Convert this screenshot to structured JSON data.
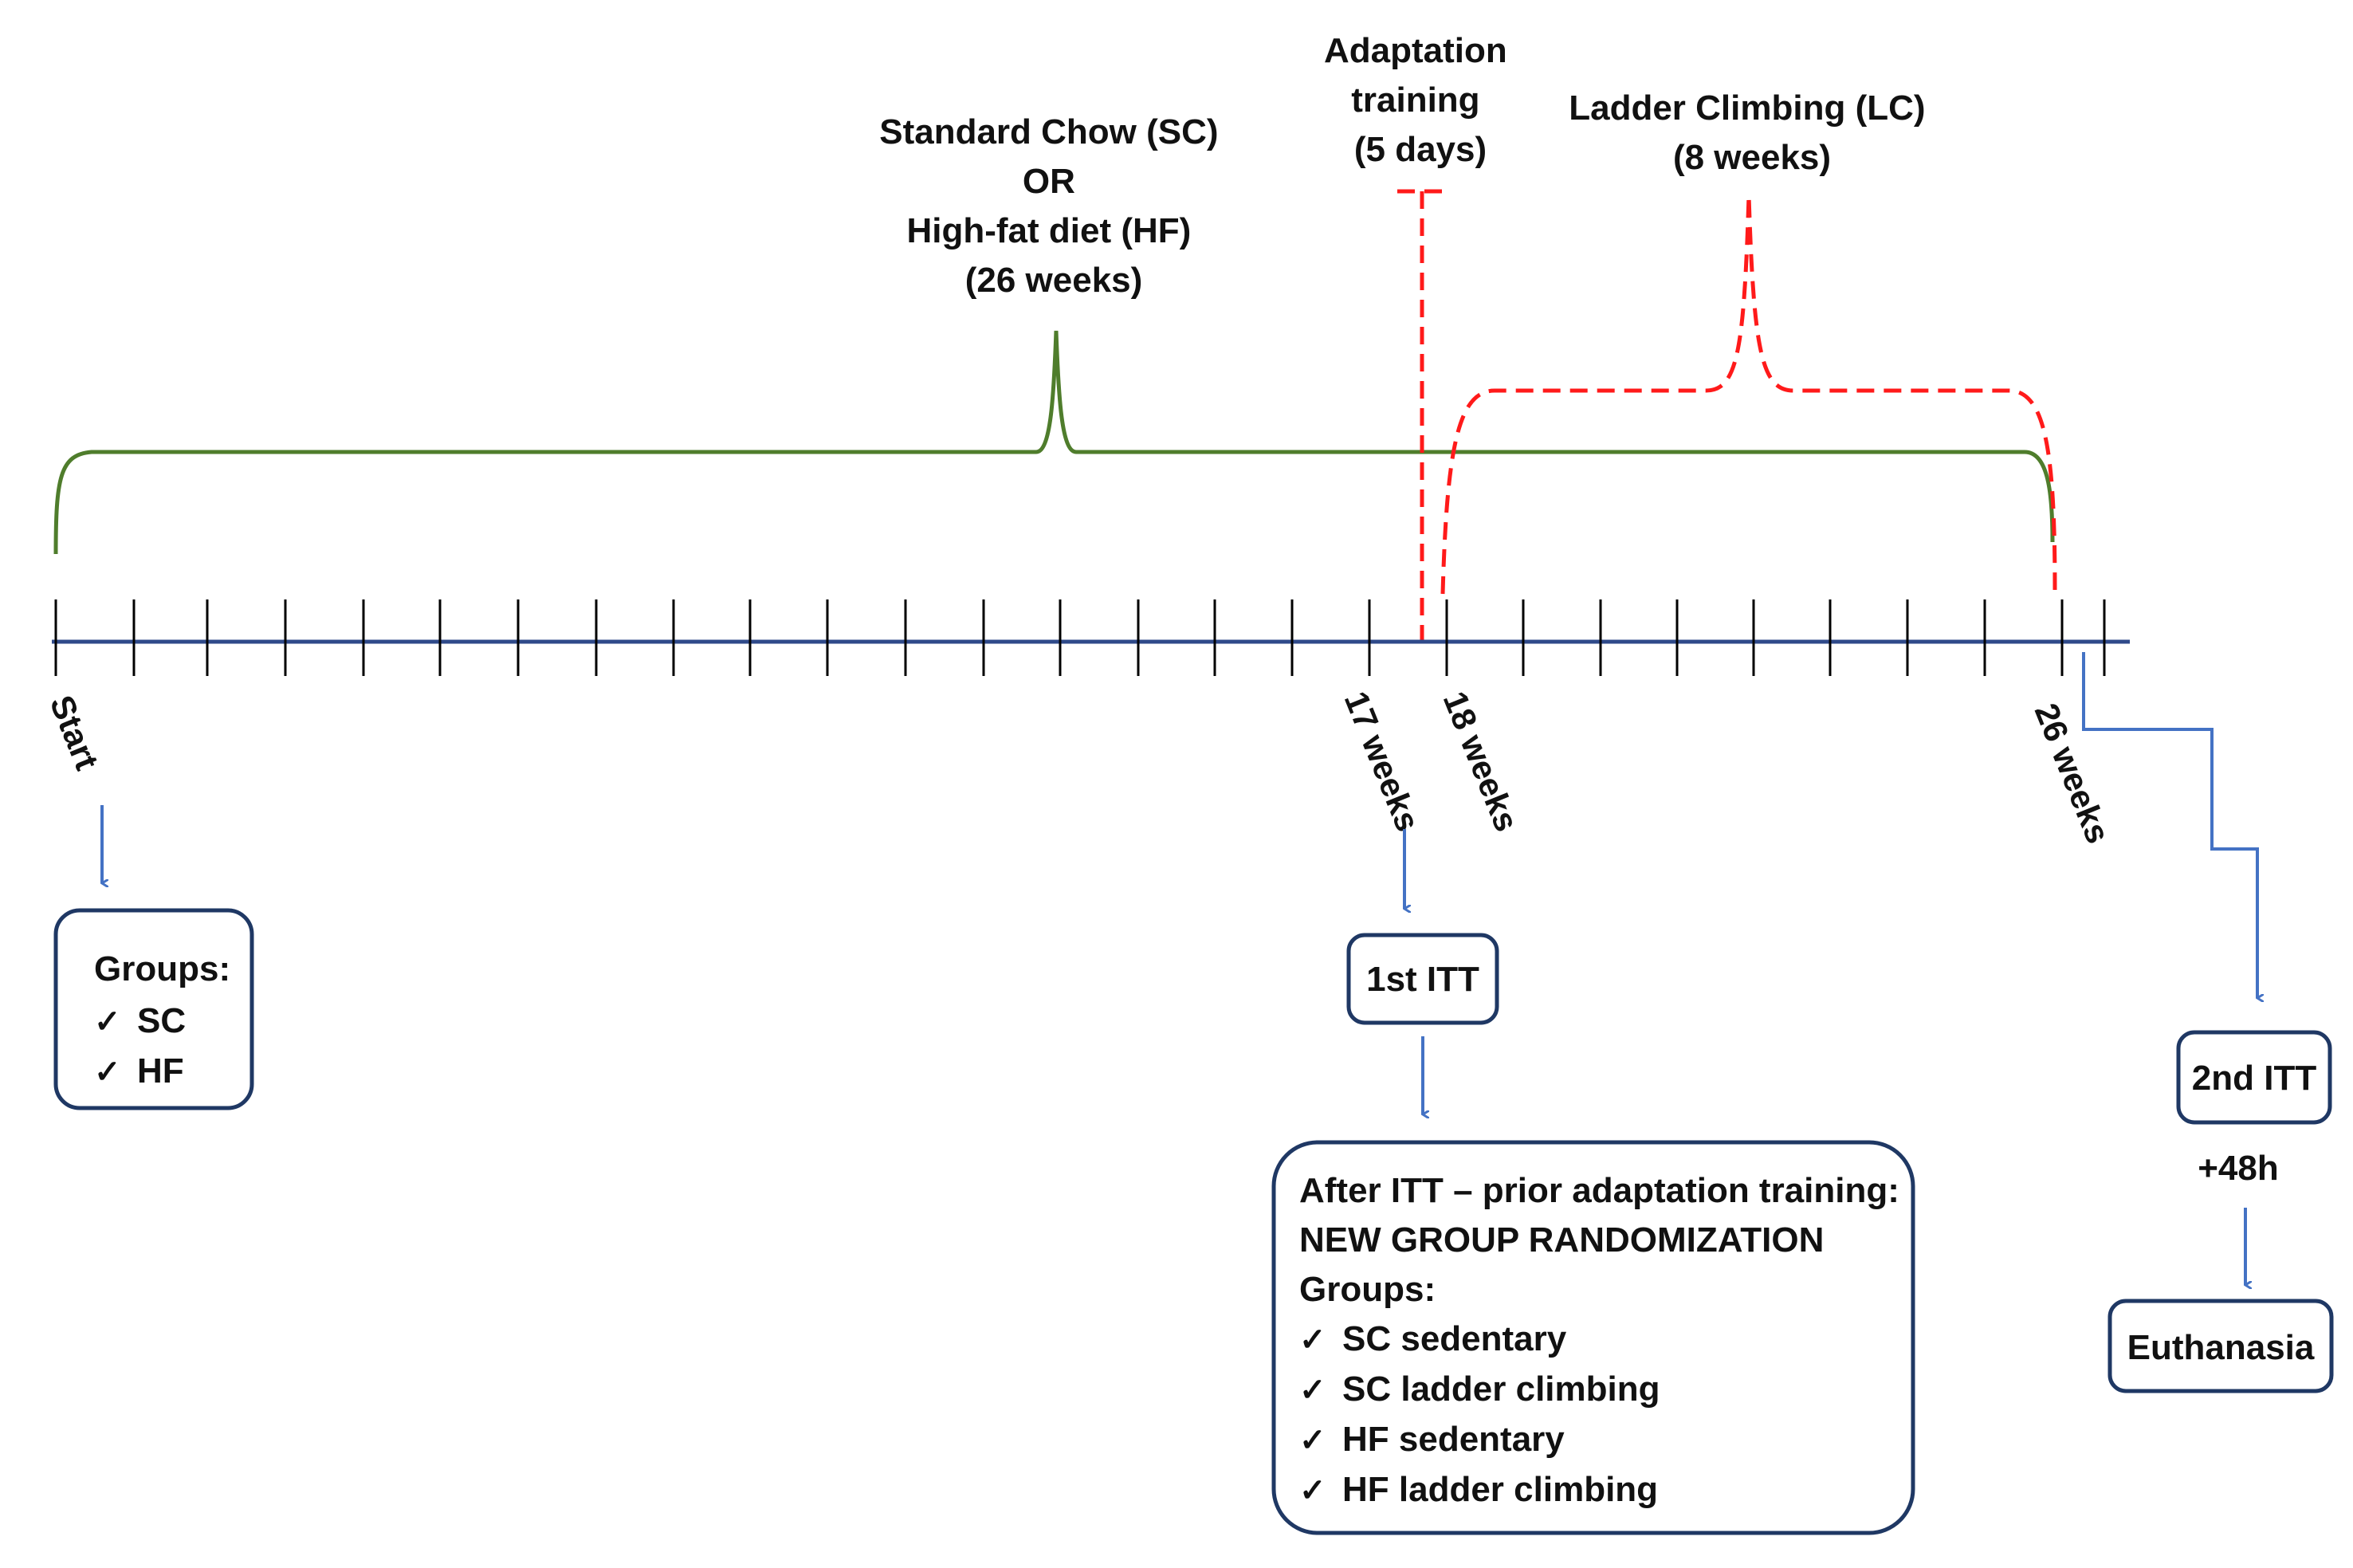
{
  "phases": {
    "diet": {
      "line1": "Standard Chow (SC)",
      "line2": "OR",
      "line3": "High-fat diet (HF)",
      "line4": "(26 weeks)",
      "color": "#4f7d2c"
    },
    "adaptation": {
      "line1": "Adaptation",
      "line2": "training",
      "line3": "(5 days)",
      "color": "#ff1a1a"
    },
    "ladder": {
      "line1": "Ladder Climbing (LC)",
      "line2": "(8 weeks)",
      "color": "#ff1a1a"
    }
  },
  "timeline": {
    "color": "#2f4a8a",
    "tick_count": 28,
    "labels": {
      "start": "Start",
      "w17": "17 weeks",
      "w18": "18 weeks",
      "w26": "26 weeks"
    }
  },
  "boxes": {
    "initial_groups": {
      "title": "Groups:",
      "items": [
        "SC",
        "HF"
      ]
    },
    "first_itt": "1st ITT",
    "randomization": {
      "line1": "After ITT – prior adaptation training:",
      "line2": "NEW GROUP RANDOMIZATION",
      "title": "Groups:",
      "items": [
        "SC sedentary",
        "SC ladder climbing",
        "HF sedentary",
        "HF ladder climbing"
      ]
    },
    "second_itt": "2nd ITT",
    "delay": "+48h",
    "euthanasia": "Euthanasia"
  },
  "checkmark": "✓",
  "arrow_color": "#4472c4",
  "box_border_color": "#1f3864"
}
